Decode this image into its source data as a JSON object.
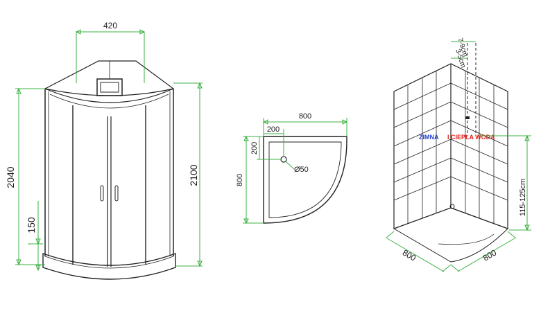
{
  "front_view": {
    "width_label": "420",
    "total_height_label": "2040",
    "tray_height_label": "150",
    "side_height_label": "2100"
  },
  "tray_top_view": {
    "width_label": "800",
    "depth_label": "800",
    "drain_offset_x_label": "200",
    "drain_offset_y_label": "200",
    "drain_label": "Ø50"
  },
  "installation_view": {
    "pipe_offset_outer_label": "7-9cm",
    "pipe_offset_inner_label": "3-5cm",
    "water_label_part1": "ZIMNA",
    "water_label_part2": "I CIEPŁA WODA",
    "pipe_height_label": "115-125cm",
    "left_width_label": "800",
    "right_width_label": "800"
  },
  "colors": {
    "dimension_line": "#3cb043",
    "outline": "#222222",
    "water_label_part1": "#1e3fd6",
    "water_label_part2": "#e0201b"
  }
}
